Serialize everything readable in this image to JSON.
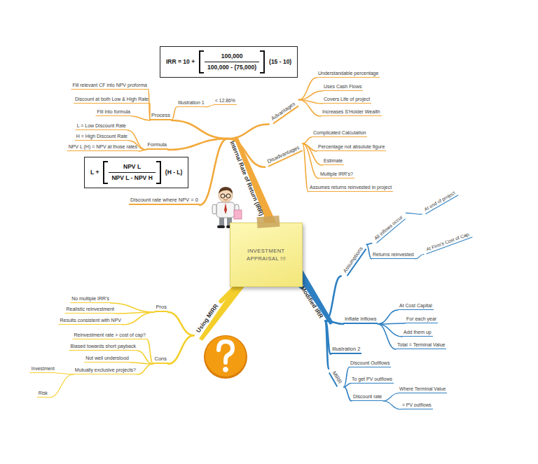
{
  "diagram": {
    "nodes": [
      {
        "text": [
          "INVESTMENT APPRAISAL !!!"
        ]
      },
      {
        "text": [
          "Internal Rate of Return (IRR)"
        ]
      },
      {
        "text": [
          "Advantages"
        ]
      },
      {
        "text": [
          "Understandable percentage"
        ]
      },
      {
        "text": [
          "Uses Cash Flows"
        ]
      },
      {
        "text": [
          "Covers Life of project"
        ]
      },
      {
        "text": [
          "Increases S'Holder Wealth"
        ]
      },
      {
        "text": [
          "Disadvantages"
        ]
      },
      {
        "text": [
          "Complicated Calculation"
        ]
      },
      {
        "text": [
          "Percentage not absolute figure"
        ]
      },
      {
        "text": [
          "Estimate"
        ]
      },
      {
        "text": [
          "Multiple IRR's?"
        ]
      },
      {
        "text": [
          "Assumes returns reinvested in project"
        ]
      },
      {
        "text": [
          "Process"
        ]
      },
      {
        "text": [
          "Illustration 1"
        ]
      },
      {
        "text": [
          "< 12.86%"
        ]
      },
      {
        "text": [
          "IRR = 10 +",
          "100,000",
          "100,000 - (75,000)",
          "(15 - 10)"
        ]
      },
      {
        "text": [
          "Fill relevant CF into NPV proforma"
        ]
      },
      {
        "text": [
          "Discount at both Low & High Rate"
        ]
      },
      {
        "text": [
          "Fill into formula"
        ]
      },
      {
        "text": [
          "Formula"
        ]
      },
      {
        "text": [
          "L = Low Discount Rate"
        ]
      },
      {
        "text": [
          "H = High Discount Rate"
        ]
      },
      {
        "text": [
          "NPV L (H) = NPV at those rates"
        ]
      },
      {
        "text": [
          "L +",
          "NPV L",
          "NPV L - NPV H",
          "(H - L)"
        ]
      },
      {
        "text": [
          "Discount rate where NPV = 0"
        ]
      },
      {
        "text": [
          "Modified IRR"
        ]
      },
      {
        "text": [
          "Assumptions"
        ]
      },
      {
        "text": [
          "All inflows occur"
        ]
      },
      {
        "text": [
          "At end of project"
        ]
      },
      {
        "text": [
          "Returns reinvested"
        ]
      },
      {
        "text": [
          "At Firm's Cost of Cap."
        ]
      },
      {
        "text": [
          "Inflate inflows"
        ]
      },
      {
        "text": [
          "At Cost Capital"
        ]
      },
      {
        "text": [
          "For each year"
        ]
      },
      {
        "text": [
          "Add them up"
        ]
      },
      {
        "text": [
          "Total = Terminal Value"
        ]
      },
      {
        "text": [
          "Illustration 2"
        ]
      },
      {
        "text": [
          "MIRR"
        ]
      },
      {
        "text": [
          "Discount Outflows"
        ]
      },
      {
        "text": [
          "To get PV outflows"
        ]
      },
      {
        "text": [
          "Discount rate"
        ]
      },
      {
        "text": [
          "Where Terminal Value"
        ]
      },
      {
        "text": [
          "= PV outflows"
        ]
      },
      {
        "text": [
          "Using MIRR"
        ]
      },
      {
        "text": [
          "Pros"
        ]
      },
      {
        "text": [
          "No multiple IRR's"
        ]
      },
      {
        "text": [
          "Realistic reinvestment"
        ]
      },
      {
        "text": [
          "Results consistent with NPV"
        ]
      },
      {
        "text": [
          "Cons"
        ]
      },
      {
        "text": [
          "Reinvestment rate > cost of cap?"
        ]
      },
      {
        "text": [
          "Biased towards short payback"
        ]
      },
      {
        "text": [
          "Not well understood"
        ]
      },
      {
        "text": [
          "Mutually exclusive projects?"
        ]
      },
      {
        "text": [
          "Investment"
        ]
      },
      {
        "text": [
          "Risk"
        ]
      }
    ],
    "edges": [
      {
        "from": 0,
        "to": 1,
        "arrow": "none"
      },
      {
        "from": 1,
        "to": 2,
        "arrow": "none"
      },
      {
        "from": 2,
        "to": 3,
        "arrow": "none"
      },
      {
        "from": 2,
        "to": 4,
        "arrow": "none"
      },
      {
        "from": 2,
        "to": 5,
        "arrow": "none"
      },
      {
        "from": 2,
        "to": 6,
        "arrow": "none"
      },
      {
        "from": 1,
        "to": 7,
        "arrow": "none"
      },
      {
        "from": 7,
        "to": 8,
        "arrow": "none"
      },
      {
        "from": 7,
        "to": 9,
        "arrow": "none"
      },
      {
        "from": 7,
        "to": 10,
        "arrow": "none"
      },
      {
        "from": 7,
        "to": 11,
        "arrow": "none"
      },
      {
        "from": 7,
        "to": 12,
        "arrow": "none"
      },
      {
        "from": 1,
        "to": 13,
        "arrow": "none"
      },
      {
        "from": 13,
        "to": 14,
        "arrow": "none"
      },
      {
        "from": 14,
        "to": 15,
        "arrow": "none"
      },
      {
        "from": 13,
        "to": 17,
        "arrow": "none"
      },
      {
        "from": 13,
        "to": 18,
        "arrow": "none"
      },
      {
        "from": 13,
        "to": 19,
        "arrow": "none"
      },
      {
        "from": 1,
        "to": 20,
        "arrow": "none"
      },
      {
        "from": 20,
        "to": 21,
        "arrow": "none"
      },
      {
        "from": 20,
        "to": 22,
        "arrow": "none"
      },
      {
        "from": 20,
        "to": 23,
        "arrow": "none"
      },
      {
        "from": 1,
        "to": 25,
        "arrow": "none"
      },
      {
        "from": 0,
        "to": 26,
        "arrow": "none"
      },
      {
        "from": 26,
        "to": 27,
        "arrow": "none"
      },
      {
        "from": 27,
        "to": 28,
        "arrow": "none"
      },
      {
        "from": 28,
        "to": 29,
        "arrow": "none"
      },
      {
        "from": 27,
        "to": 30,
        "arrow": "none"
      },
      {
        "from": 30,
        "to": 31,
        "arrow": "none"
      },
      {
        "from": 26,
        "to": 32,
        "arrow": "none"
      },
      {
        "from": 32,
        "to": 33,
        "arrow": "none"
      },
      {
        "from": 32,
        "to": 34,
        "arrow": "none"
      },
      {
        "from": 32,
        "to": 35,
        "arrow": "none"
      },
      {
        "from": 32,
        "to": 36,
        "arrow": "none"
      },
      {
        "from": 26,
        "to": 37,
        "arrow": "none"
      },
      {
        "from": 26,
        "to": 38,
        "arrow": "none"
      },
      {
        "from": 38,
        "to": 39,
        "arrow": "none"
      },
      {
        "from": 38,
        "to": 40,
        "arrow": "none"
      },
      {
        "from": 38,
        "to": 41,
        "arrow": "none"
      },
      {
        "from": 41,
        "to": 42,
        "arrow": "none"
      },
      {
        "from": 41,
        "to": 43,
        "arrow": "none"
      },
      {
        "from": 0,
        "to": 44,
        "arrow": "none"
      },
      {
        "from": 44,
        "to": 45,
        "arrow": "none"
      },
      {
        "from": 45,
        "to": 46,
        "arrow": "none"
      },
      {
        "from": 45,
        "to": 47,
        "arrow": "none"
      },
      {
        "from": 45,
        "to": 48,
        "arrow": "none"
      },
      {
        "from": 44,
        "to": 49,
        "arrow": "none"
      },
      {
        "from": 49,
        "to": 50,
        "arrow": "none"
      },
      {
        "from": 49,
        "to": 51,
        "arrow": "none"
      },
      {
        "from": 49,
        "to": 52,
        "arrow": "none"
      },
      {
        "from": 49,
        "to": 53,
        "arrow": "none"
      },
      {
        "from": 53,
        "to": 54,
        "arrow": "none"
      },
      {
        "from": 53,
        "to": 55,
        "arrow": "none"
      }
    ]
  }
}
